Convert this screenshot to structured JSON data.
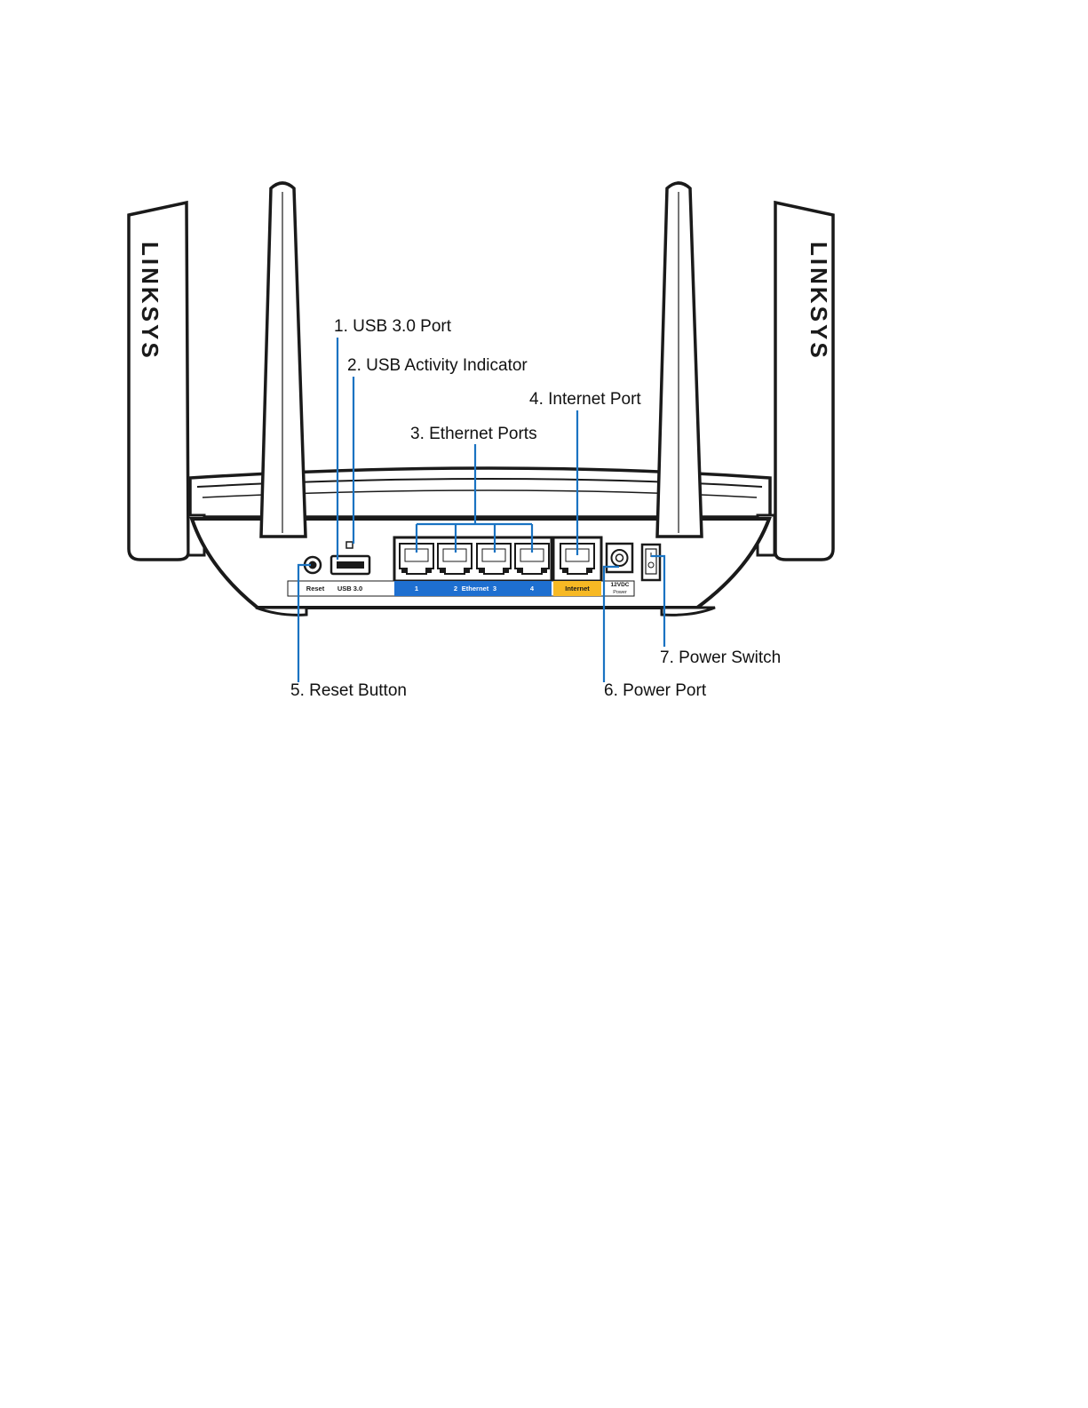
{
  "diagram": {
    "brand_text": "LINKSYS",
    "callouts": [
      {
        "id": "usb-port",
        "text": "1. USB 3.0 Port"
      },
      {
        "id": "usb-activity",
        "text": "2. USB Activity Indicator"
      },
      {
        "id": "ethernet-ports",
        "text": "3. Ethernet Ports"
      },
      {
        "id": "internet-port",
        "text": "4. Internet Port"
      },
      {
        "id": "reset-button",
        "text": "5. Reset Button"
      },
      {
        "id": "power-port",
        "text": "6. Power Port"
      },
      {
        "id": "power-switch",
        "text": "7. Power Switch"
      }
    ],
    "panel_labels": {
      "reset": "Reset",
      "usb": "USB 3.0",
      "eth_1": "1",
      "eth_2": "2",
      "ethernet": "Ethernet",
      "eth_3": "3",
      "eth_4": "4",
      "internet": "Internet",
      "power_voltage": "12VDC",
      "power": "Power"
    },
    "colors": {
      "leader_line": "#1a73c2",
      "ethernet_label_bg": "#1e6fd0",
      "internet_label_bg": "#f7b924"
    }
  }
}
